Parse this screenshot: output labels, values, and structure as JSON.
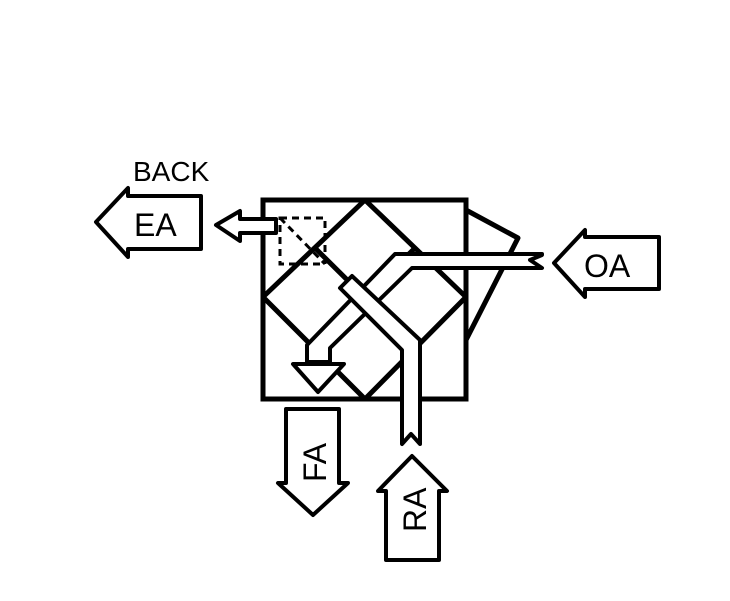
{
  "labels": {
    "back": "BACK",
    "ea": "EA",
    "oa": "OA",
    "fa": "FA",
    "ra": "RA"
  },
  "colors": {
    "stroke": "#000000",
    "background": "#ffffff"
  }
}
